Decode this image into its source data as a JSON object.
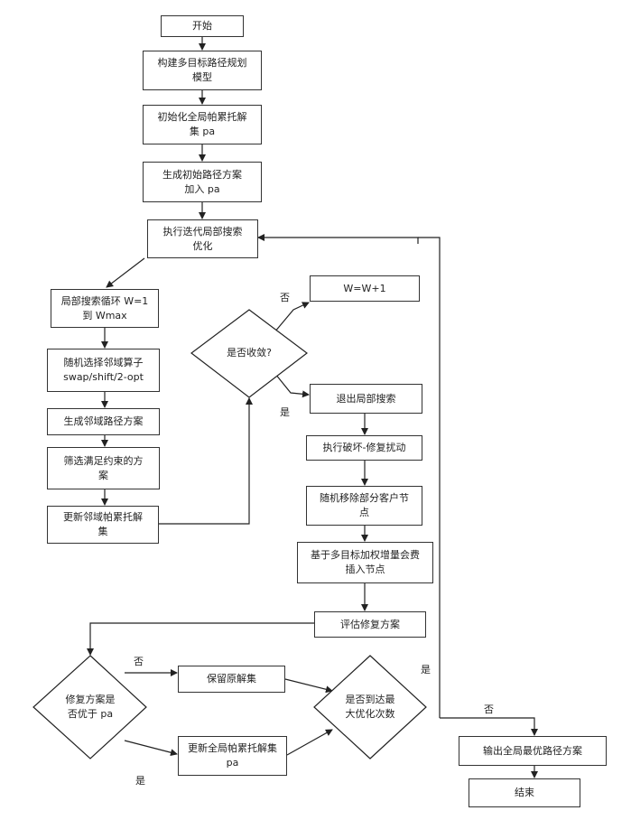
{
  "flowchart": {
    "start": "开始",
    "build_model": "构建多目标路径规划\n模型",
    "init_archive": "初始化全局帕累托解\n集 pa",
    "gen_initial": "生成初始路径方案\n加入 pa",
    "local_search_opt": "执行迭代局部搜索\n优化",
    "loop": "局部搜索循环 W=1\n到 Wmax",
    "random_select": "随机选择邻域算子\nswap/shift/2-opt",
    "gen_neighbor": "生成邻域路径方案",
    "filter": "筛选满足约束的方\n案",
    "update_archive": "更新邻域帕累托解\n集",
    "converged_q": "是否收敛?",
    "w_inc": "W=W+1",
    "exit_local": "退出局部搜索",
    "destroy_repair": "执行破坏-修复扰动",
    "remove_nodes": "随机移除部分客户节\n点",
    "insert_nodes": "基于多目标加权增量会费\n插入节点",
    "evaluate": "评估修复方案",
    "dominates_q": "修复方案是\n否优于 pa",
    "keep": "保留原解集",
    "update_global": "更新全局帕累托解集\npa",
    "max_iter_q": "是否到达最\n大优化次数",
    "output": "输出全局最优路径方案",
    "end": "结束"
  },
  "edge_labels": {
    "converge_no": "否",
    "converge_yes": "是",
    "dominate_no": "否",
    "dominate_yes": "是",
    "max_yes": "是",
    "max_no": "否"
  }
}
